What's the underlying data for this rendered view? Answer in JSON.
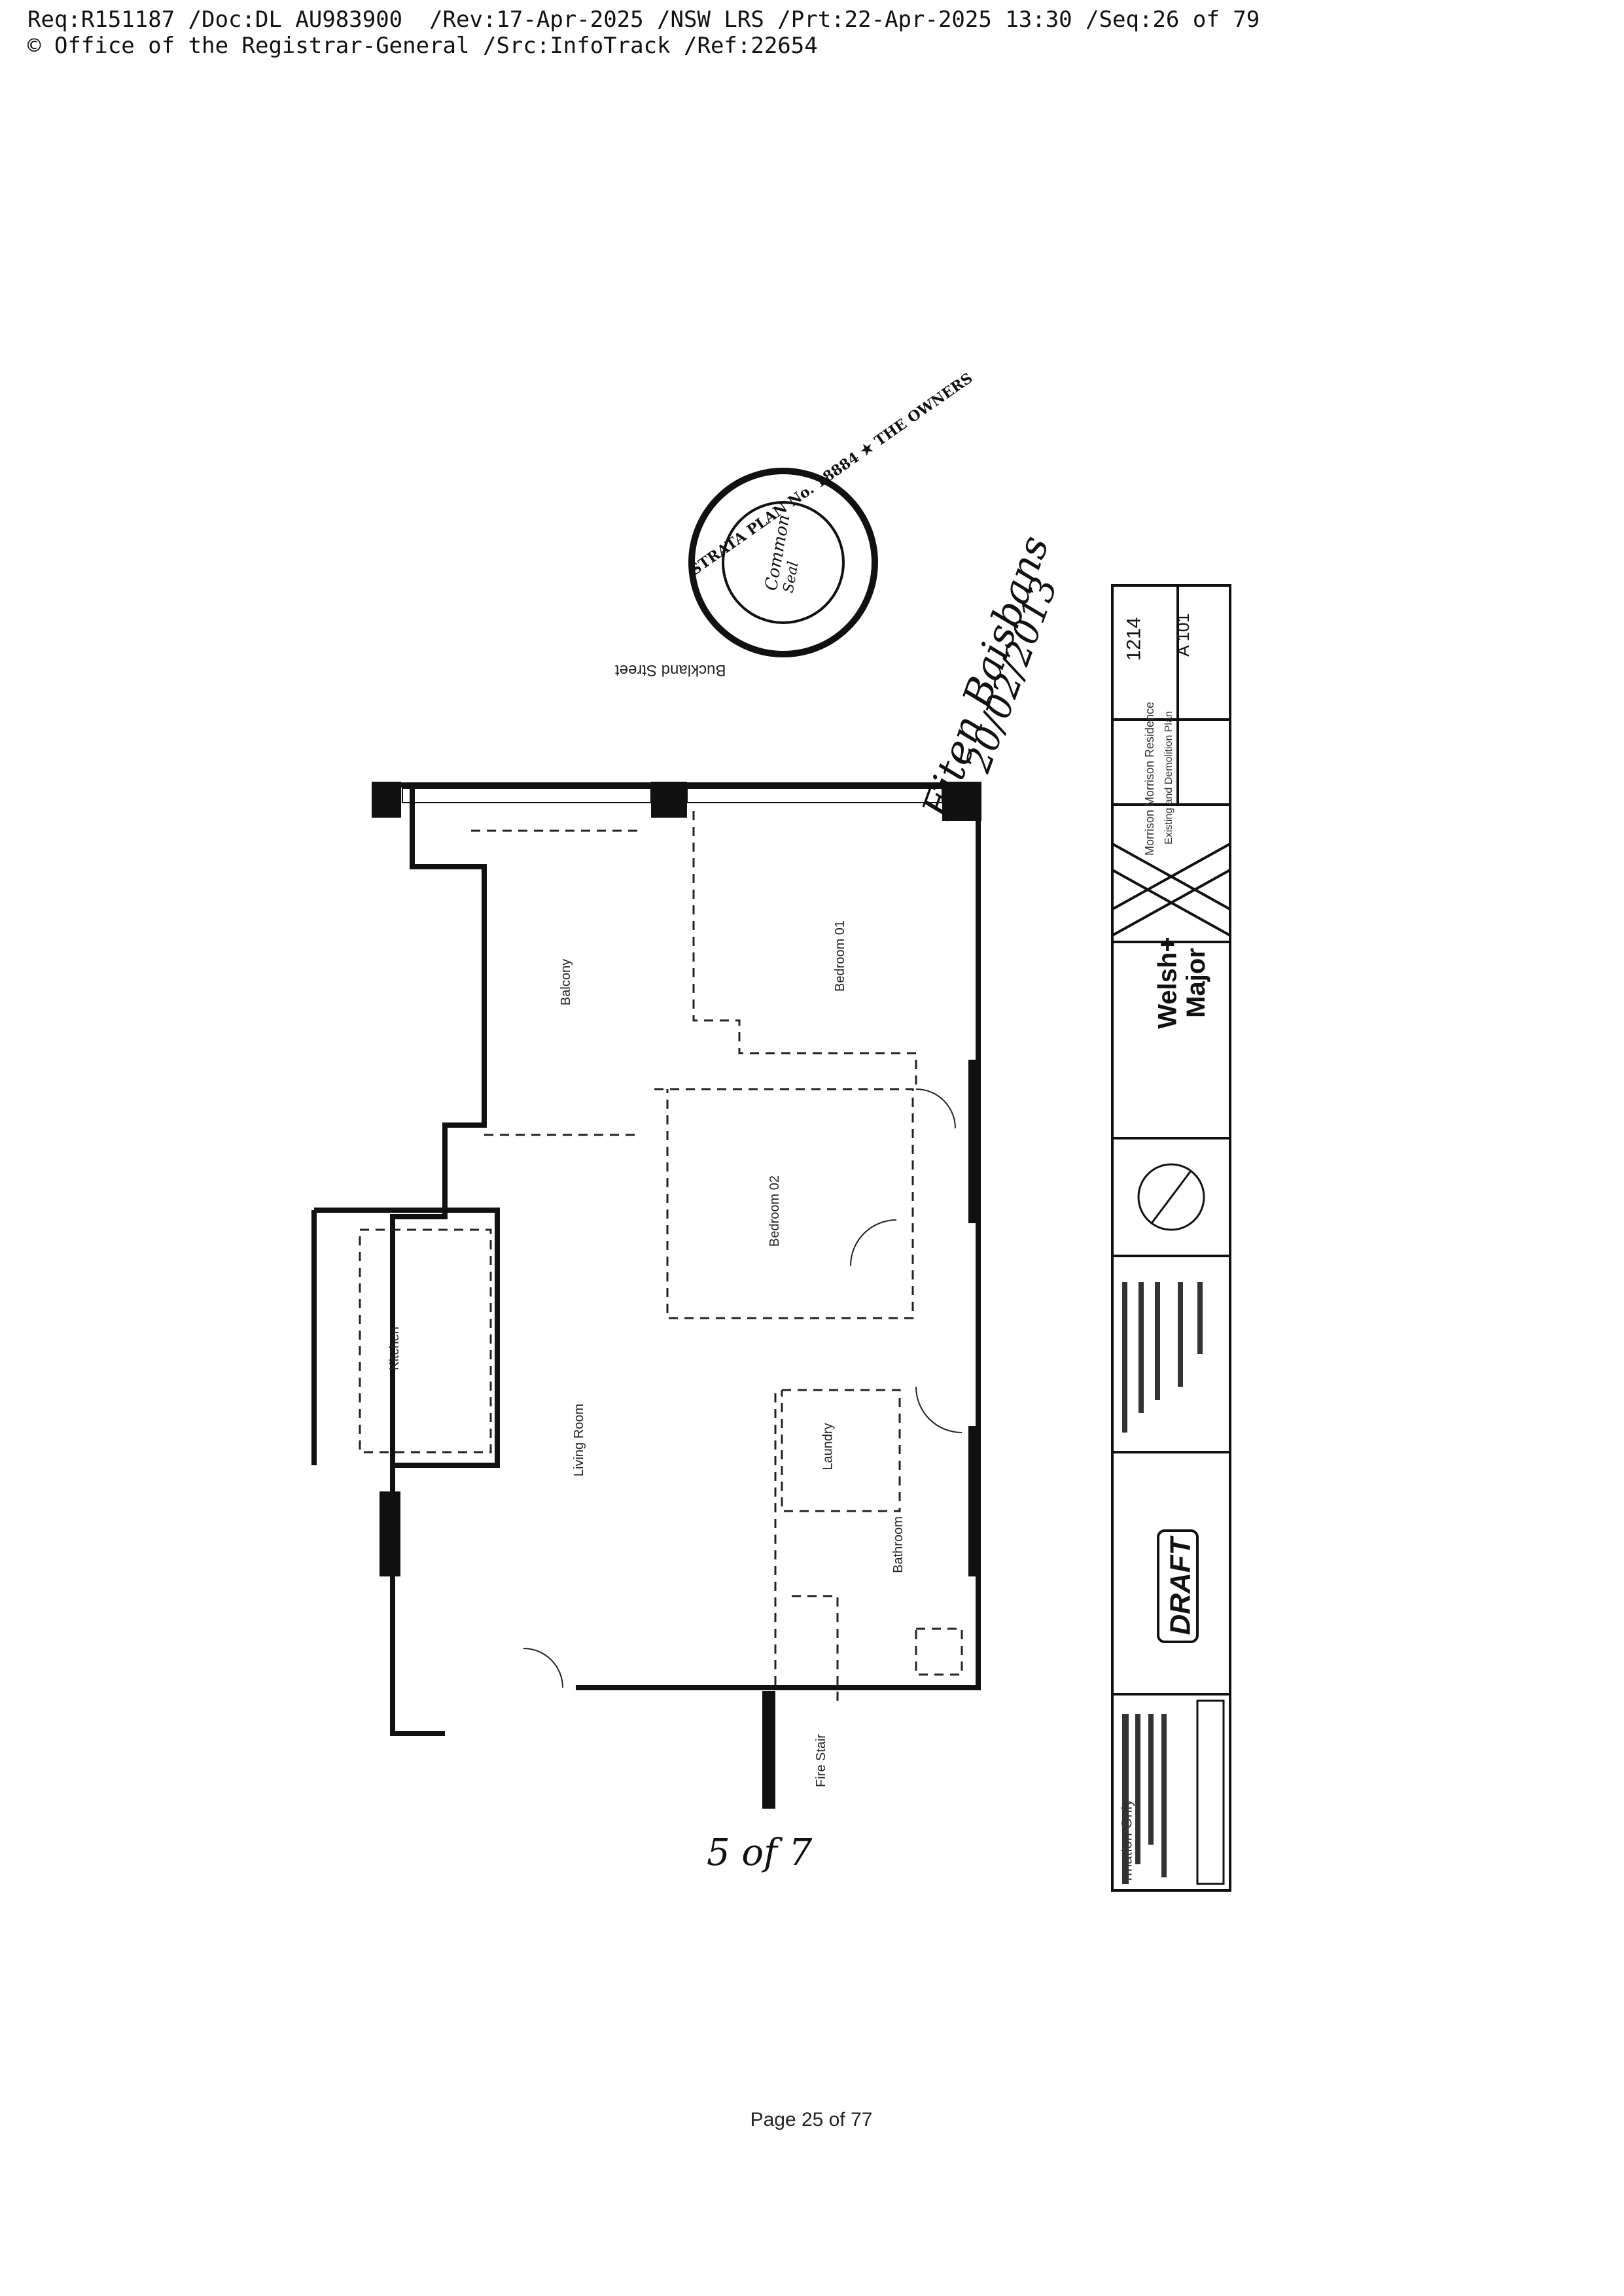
{
  "header": {
    "line1": "Req:R151187 /Doc:DL AU983900  /Rev:17-Apr-2025 /NSW LRS /Prt:22-Apr-2025 13:30 /Seq:26 of 79",
    "line2": "© Office of the Registrar-General /Src:InfoTrack /Ref:22654"
  },
  "street": "Buckland Street",
  "seal": {
    "outer_text": "STRATA PLAN No. 18884 ★ THE OWNERS",
    "inner_line1": "Common",
    "inner_line2": "Seal"
  },
  "signature": {
    "name": "Eiten Baisbans",
    "date": "20/02/2013"
  },
  "rooms": {
    "balcony": "Balcony",
    "bedroom1": "Bedroom 01",
    "bedroom2": "Bedroom 02",
    "kitchen": "Kitchen",
    "living": "Living Room",
    "laundry": "Laundry",
    "bathroom": "Bathroom",
    "fire_stair": "Fire Stair"
  },
  "annotation": "5 of 7",
  "title_block": {
    "firm_line1": "Welsh+",
    "firm_line2": "Major",
    "project": "Morrison Morrison Residence",
    "drawing_title": "Existing and Demolition Plan",
    "project_no": "1214",
    "drawing_no": "A 101",
    "status": "DRAFT",
    "note": "rmation Only"
  },
  "footer": {
    "page": "Page 25 of 77"
  }
}
